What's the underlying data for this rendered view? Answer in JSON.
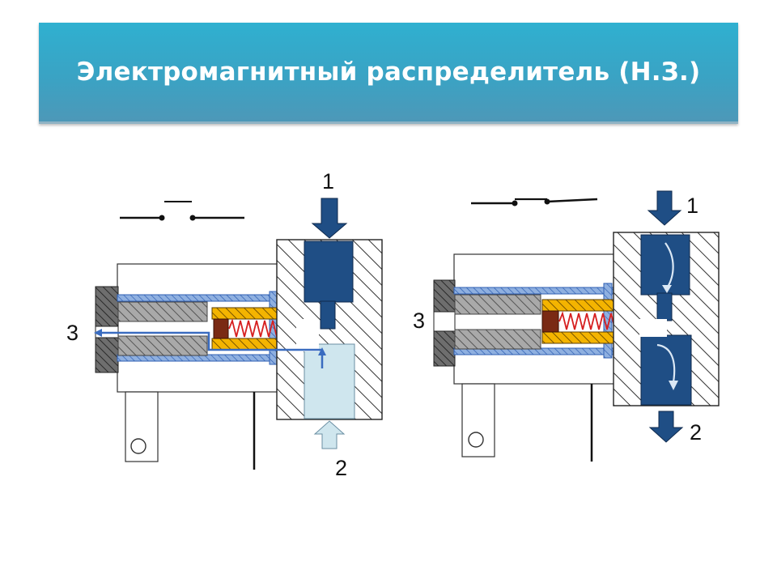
{
  "title": "Электромагнитный распределитель (Н.З.)",
  "left_valve": {
    "port_1": "1",
    "port_2": "2",
    "port_3": "3"
  },
  "right_valve": {
    "port_1": "1",
    "port_2": "2",
    "port_3": "3"
  },
  "colors": {
    "title_bar": "#3aa3c4",
    "hatch": "#555555",
    "coil_winding": "#f4b400",
    "plunger": "#7a2a14",
    "spring": "#d62020",
    "pressure_chamber": "#1f4e85",
    "exhaust_chamber": "#cfe6ee",
    "flow_arrow": "#2f5fb3"
  }
}
